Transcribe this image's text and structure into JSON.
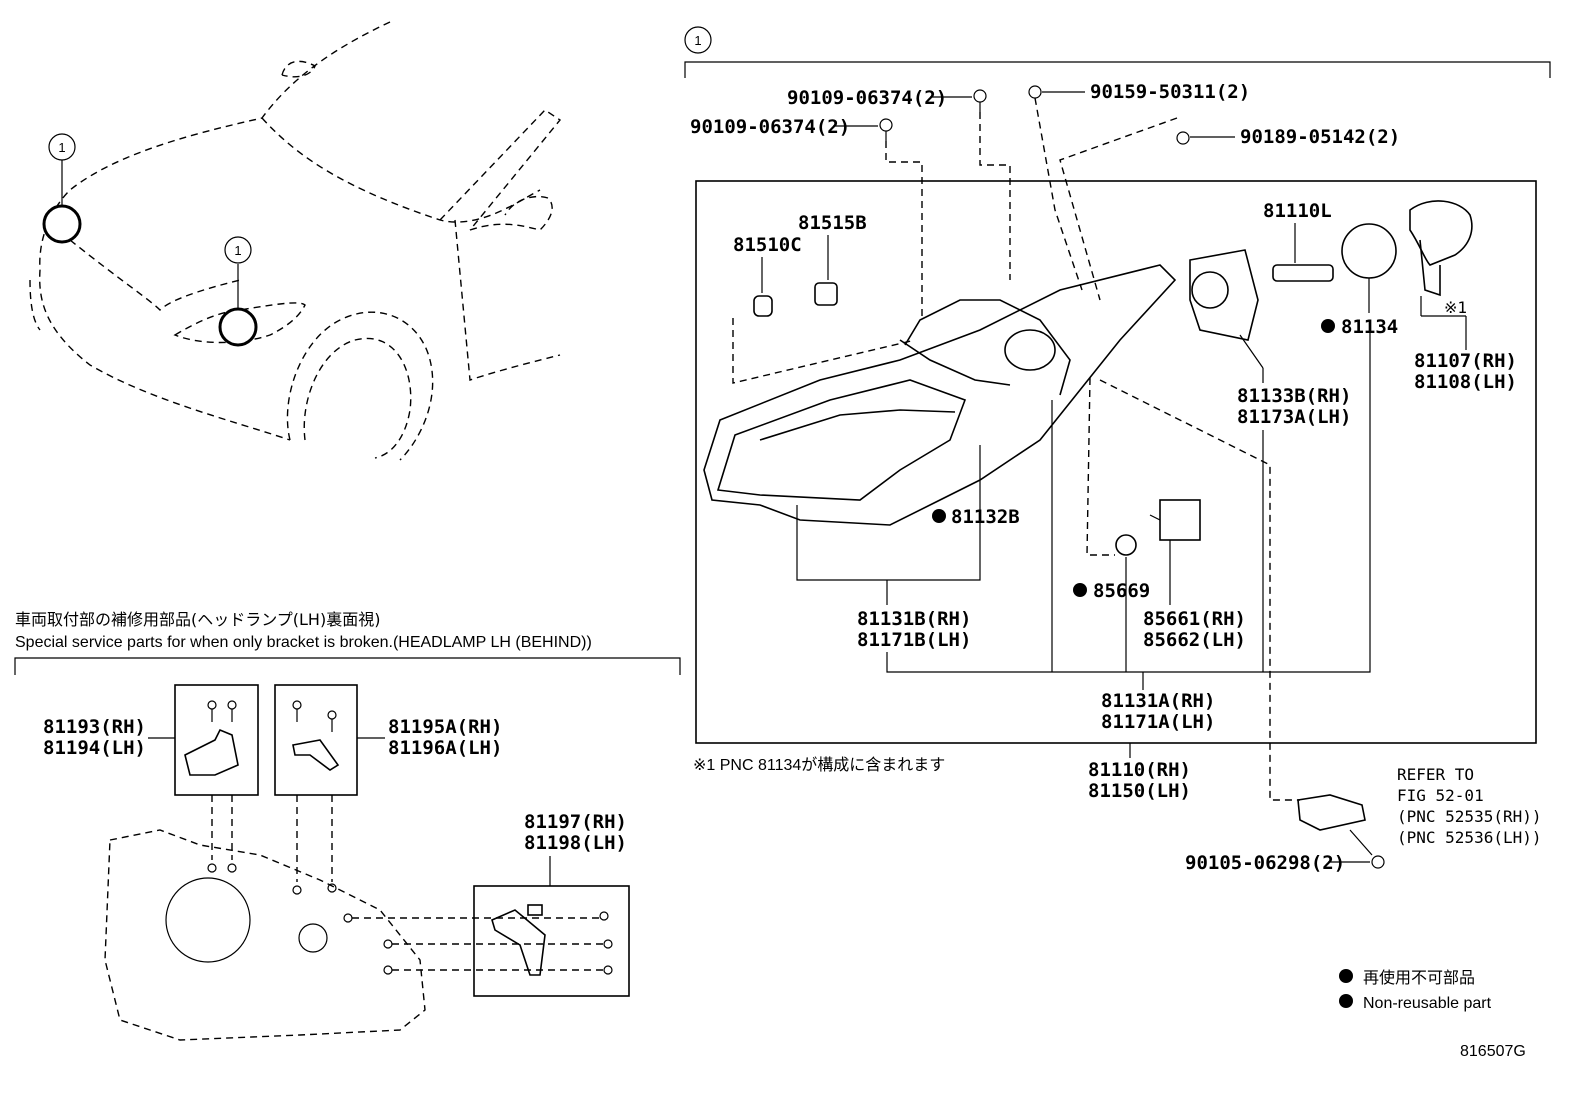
{
  "callout_symbol": "1",
  "parts": {
    "p90109a": "90109-06374(2)",
    "p90109b": "90109-06374(2)",
    "p90159": "90159-50311(2)",
    "p90189": "90189-05142(2)",
    "p81515b": "81515B",
    "p81510c": "81510C",
    "p81110l": "81110L",
    "p81134": "81134",
    "p81107": "81107(RH)",
    "p81108": "81108(LH)",
    "note1_mark": "※1",
    "p81133b": "81133B(RH)",
    "p81173a": "81173A(LH)",
    "p81132b": "81132B",
    "p85669": "85669",
    "p85661": "85661(RH)",
    "p85662": "85662(LH)",
    "p81131b": "81131B(RH)",
    "p81171b": "81171B(LH)",
    "p81131a": "81131A(RH)",
    "p81171a": "81171A(LH)",
    "p81110": "81110(RH)",
    "p81150": "81150(LH)",
    "refer1": "REFER TO",
    "refer2": "FIG 52-01",
    "refer3": "(PNC 52535(RH))",
    "refer4": "(PNC 52536(LH))",
    "p90105": "90105-06298(2)",
    "p81193": "81193(RH)",
    "p81194": "81194(LH)",
    "p81195a": "81195A(RH)",
    "p81196a": "81196A(LH)",
    "p81197": "81197(RH)",
    "p81198": "81198(LH)"
  },
  "notes": {
    "footnote": "※1 PNC 81134が構成に含まれます",
    "special_jp": "車両取付部の補修用部品(ヘッドランプ(LH)裏面視)",
    "special_en": "Special service parts for when only bracket is broken.(HEADLAMP LH (BEHIND))",
    "legend_jp": "再使用不可部品",
    "legend_en": "Non-reusable part",
    "figure_id": "816507G"
  }
}
